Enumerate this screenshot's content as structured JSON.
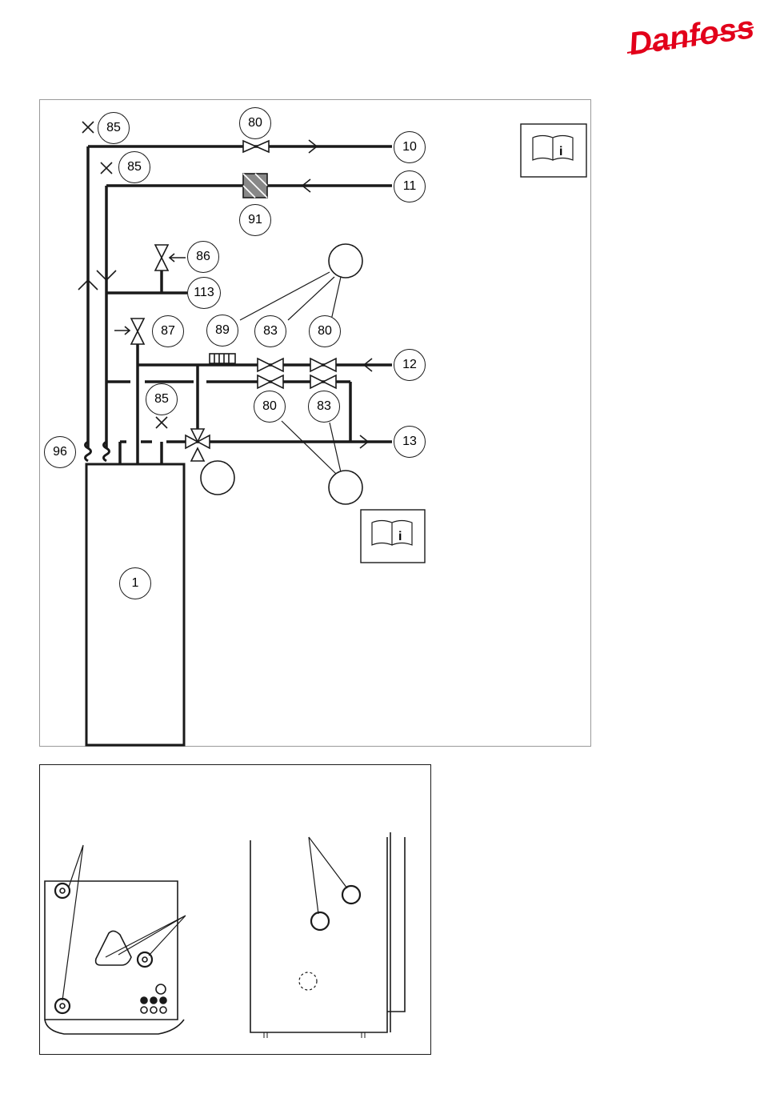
{
  "brand": {
    "name": "Danfoss",
    "color": "#e2001a"
  },
  "schematic": {
    "labels": {
      "supply_valve": "80",
      "vent_a": "85",
      "vent_b": "85",
      "vent_c": "85",
      "outlet_10": "10",
      "outlet_11": "11",
      "strainer": "91",
      "safety_valve": "86",
      "drain": "113",
      "valve_87": "87",
      "group_89": "89",
      "group_83a": "83",
      "group_80a": "80",
      "connection_12": "12",
      "group_80b": "80",
      "group_83b": "83",
      "connection_13": "13",
      "flex_96": "96",
      "tank": "1"
    },
    "info_icons": [
      "manual-info-icon",
      "manual-info-icon"
    ]
  },
  "detail": {
    "left_view": "boiler-front-connections",
    "right_view": "wall-connection-points"
  }
}
